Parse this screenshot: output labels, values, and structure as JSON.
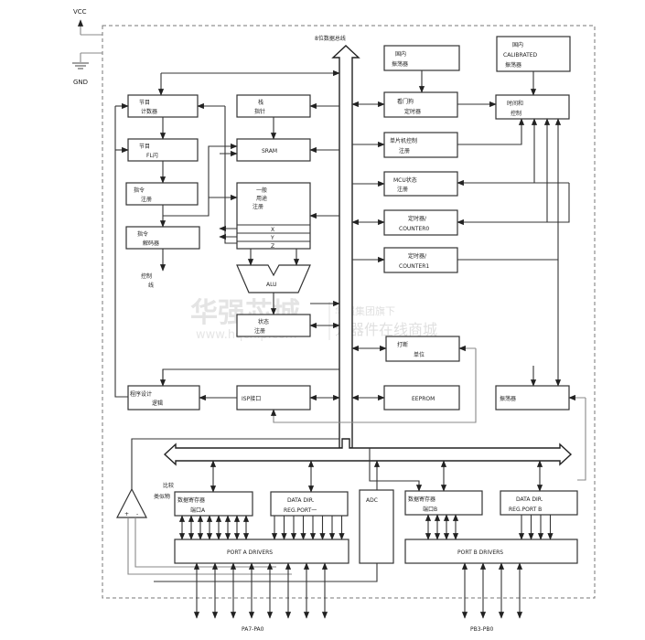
{
  "power": {
    "vcc": "VCC",
    "gnd": "GND"
  },
  "bus": {
    "label": "8位数据总线"
  },
  "blocks": {
    "program_counter": [
      "节目",
      "计数器"
    ],
    "stack_pointer": [
      "栈",
      "指针"
    ],
    "program_flash": [
      "节目",
      "FL闪"
    ],
    "sram": [
      "SRAM"
    ],
    "instruction_register": [
      "指令",
      "注册"
    ],
    "general_registers": [
      "一般",
      "用途",
      "注册"
    ],
    "register_rows": [
      "X",
      "Y",
      "Z"
    ],
    "instruction_decoder": [
      "指令",
      "解码器"
    ],
    "control_lines": [
      "控制",
      "线"
    ],
    "alu": [
      "ALU"
    ],
    "status_register": [
      "状态",
      "注册"
    ],
    "internal_oscillator": [
      "国内",
      "振荡器"
    ],
    "calibrated_oscillator": [
      "国内",
      "CALIBRATED",
      "振荡器"
    ],
    "watchdog_timer": [
      "看门狗",
      "定时器"
    ],
    "timing_control": [
      "时间和",
      "控制"
    ],
    "mcu_control_register": [
      "单片机控制",
      "注册"
    ],
    "mcu_status_register": [
      "MCU状态",
      "注册"
    ],
    "timer_counter0": [
      "定时器/",
      "COUNTER0"
    ],
    "timer_counter1": [
      "定时器/",
      "COUNTER1"
    ],
    "interrupt_unit": [
      "打断",
      "单位"
    ],
    "programming_logic": [
      "程序设计",
      "逻辑"
    ],
    "isp_interface": [
      "ISP接口"
    ],
    "eeprom": [
      "EEPROM"
    ],
    "oscillators": [
      "振荡器"
    ],
    "analog_comparator": [
      "比较",
      "类似物"
    ],
    "data_register_port_a": [
      "数据寄存器",
      "端口A"
    ],
    "data_dir_reg_port_a": [
      "DATA DIR.",
      "REG.PORT一"
    ],
    "adc": [
      "ADC"
    ],
    "data_register_port_b": [
      "数据寄存器",
      "端口B"
    ],
    "data_dir_reg_port_b": [
      "DATA DIR.",
      "REG.PORT B"
    ],
    "port_a_drivers": [
      "PORT A DRIVERS"
    ],
    "port_b_drivers": [
      "PORT B DRIVERS"
    ]
  },
  "pins": {
    "port_a": "PA7-PA0",
    "port_b": "PB3-PB0"
  },
  "watermark": {
    "brand": "华强芯城",
    "site": "www.hqchip.com",
    "tagline1": "华强集团旗下",
    "tagline2": "元器件在线商城"
  }
}
